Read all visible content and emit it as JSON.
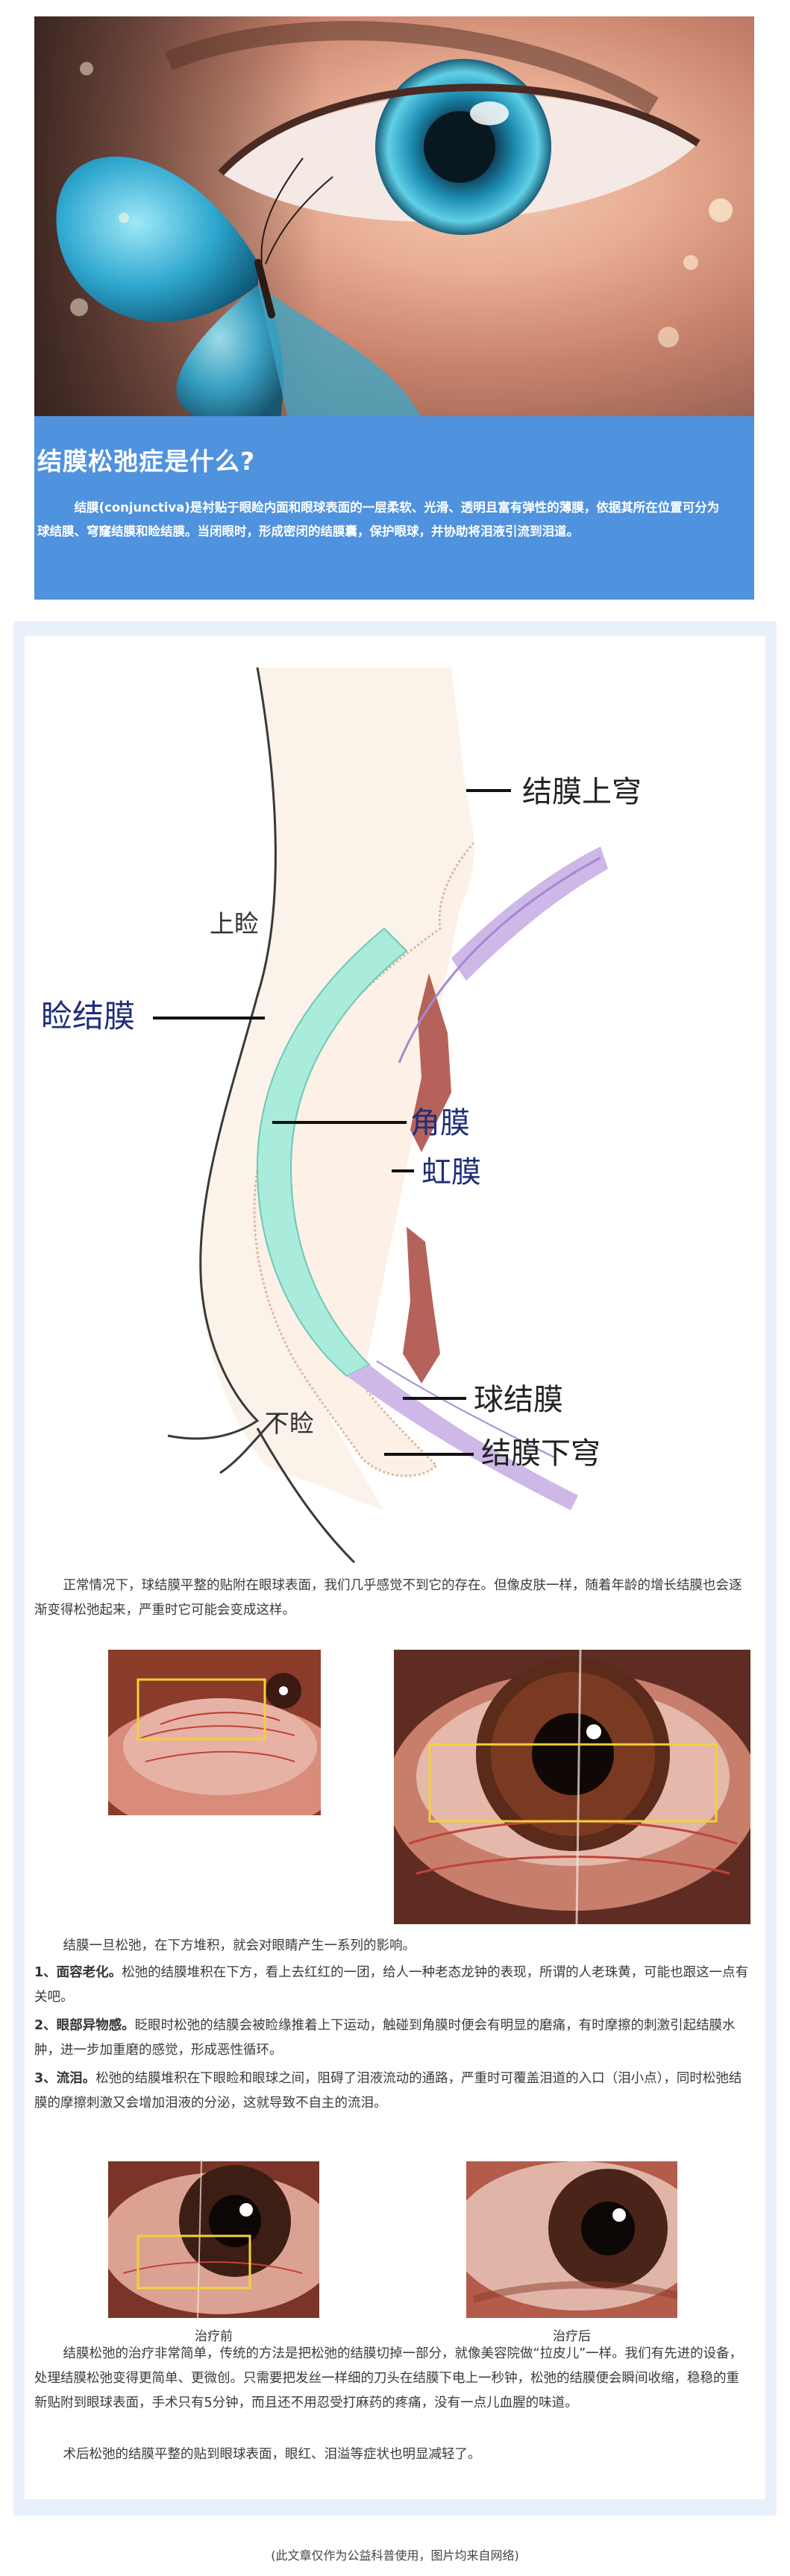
{
  "intro": {
    "title": "结膜松弛症是什么?",
    "body": "结膜(conjunctiva)是衬贴于眼睑内面和眼球表面的一层柔软、光滑、透明且富有弹性的薄膜，依据其所在位置可分为球结膜、穹窿结膜和睑结膜。当闭眼时，形成密闭的结膜囊，保护眼球，并协助将泪液引流到泪道。"
  },
  "diagram": {
    "label_fornix_upper": "结膜上穹",
    "label_upper_lid": "上睑",
    "label_palpebral": "睑结膜",
    "label_cornea": "角膜",
    "label_iris": "虹膜",
    "label_bulbar": "球结膜",
    "label_lower_lid": "下睑",
    "label_fornix_lower": "结膜下穹"
  },
  "p1": "正常情况下，球结膜平整的贴附在眼球表面，我们几乎感觉不到它的存在。但像皮肤一样，随着年龄的增长结膜也会逐渐变得松弛起来，严重时它可能会变成这样。",
  "p2": "结膜一旦松弛，在下方堆积，就会对眼睛产生一系列的影响。",
  "item1": {
    "head": "1、面容老化。",
    "text": "松弛的结膜堆积在下方，看上去红红的一团，给人一种老态龙钟的表现，所谓的人老珠黄，可能也跟这一点有关吧。"
  },
  "item2": {
    "head": "2、眼部异物感。",
    "text": "眨眼时松弛的结膜会被睑缘推着上下运动，触碰到角膜时便会有明显的磨痛，有时摩擦的刺激引起结膜水肿，进一步加重磨的感觉，形成恶性循环。"
  },
  "item3": {
    "head": "3、流泪。",
    "text": "松弛的结膜堆积在下眼睑和眼球之间，阻碍了泪液流动的通路，严重时可覆盖泪道的入口（泪小点），同时松弛结膜的摩擦刺激又会增加泪液的分泌，这就导致不自主的流泪。"
  },
  "caption_before": "治疗前",
  "caption_after": "治疗后",
  "p3": "结膜松弛的治疗非常简单，传统的方法是把松弛的结膜切掉一部分，就像美容院做“拉皮儿”一样。我们有先进的设备，处理结膜松弛变得更简单、更微创。只需要把发丝一样细的刀头在结膜下电上一秒钟，松弛的结膜便会瞬间收缩，稳稳的重新贴附到眼球表面，手术只有5分钟，而且还不用忍受打麻药的疼痛，没有一点儿血腥的味道。",
  "p4": "术后松弛的结膜平整的贴到眼球表面，眼红、泪溢等症状也明显减轻了。",
  "footer": "(此文章仅作为公益科普使用，图片均来自网络)",
  "colors": {
    "blue_banner": "#4f92de",
    "card_border": "#e8f1fb",
    "highlight_box": "#f2d13a",
    "cornea": "#a9ecdc",
    "conjunctiva": "#cdb8e8",
    "iris": "#b5635a"
  }
}
